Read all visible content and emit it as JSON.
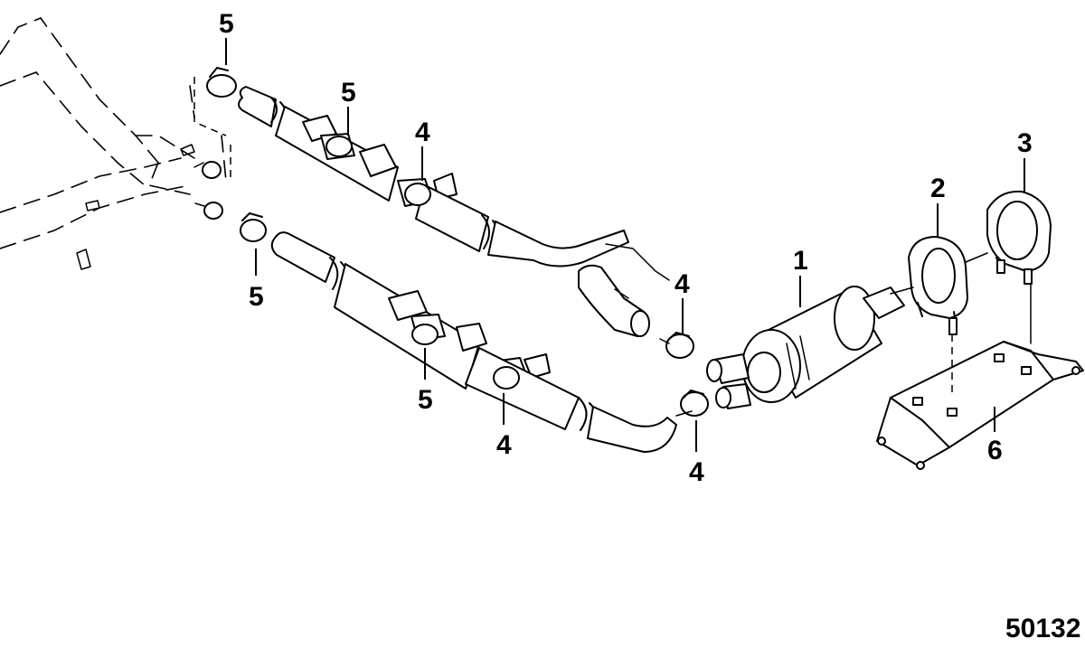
{
  "callouts": [
    {
      "label": "5"
    },
    {
      "label": "5"
    },
    {
      "label": "5"
    },
    {
      "label": "5"
    },
    {
      "label": "4"
    },
    {
      "label": "4"
    },
    {
      "label": "4"
    },
    {
      "label": "4"
    },
    {
      "label": "1"
    },
    {
      "label": "2"
    },
    {
      "label": "3"
    },
    {
      "label": "6"
    }
  ],
  "figure_number": "50132"
}
